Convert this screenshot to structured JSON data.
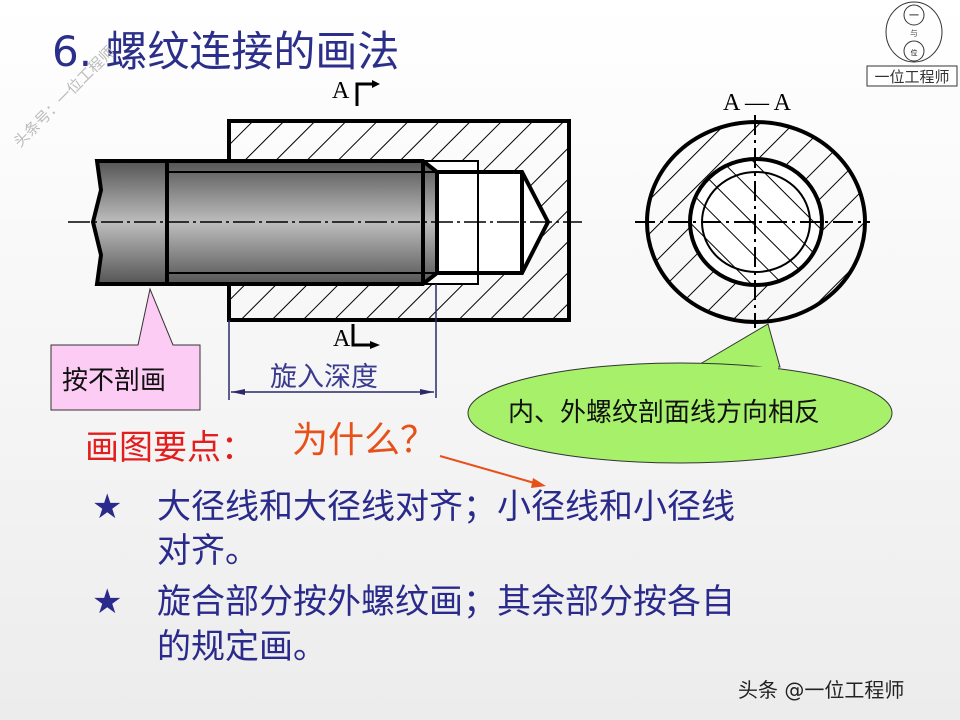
{
  "title": "6. 螺纹连接的画法",
  "watermark": "头条号：一位工程师",
  "logo": {
    "top_char": "一",
    "mid_char": "与",
    "bottom_char": "位",
    "label": "一位工程师"
  },
  "drawing": {
    "section_mark": "A",
    "section_view_label": "A — A",
    "dimension_label": "旋入深度",
    "callout_left": "按不剖画",
    "callout_right": "内、外螺纹剖面线方向相反",
    "question": "为什么？"
  },
  "points": {
    "heading": "画图要点：",
    "bullet_icon": "★",
    "items": [
      {
        "line1": "大径线和大径线对齐；小径线和小径线",
        "line2": "对齐。"
      },
      {
        "line1": "旋合部分按外螺纹画；其余部分按各自",
        "line2": "的规定画。"
      }
    ]
  },
  "footer": "头条 @一位工程师",
  "colors": {
    "title": "#2b2f8a",
    "heading": "#e31e1e",
    "callout_left_bg": "#fcccf4",
    "callout_right_bg": "#a6f06a",
    "question": "#e8501a"
  }
}
